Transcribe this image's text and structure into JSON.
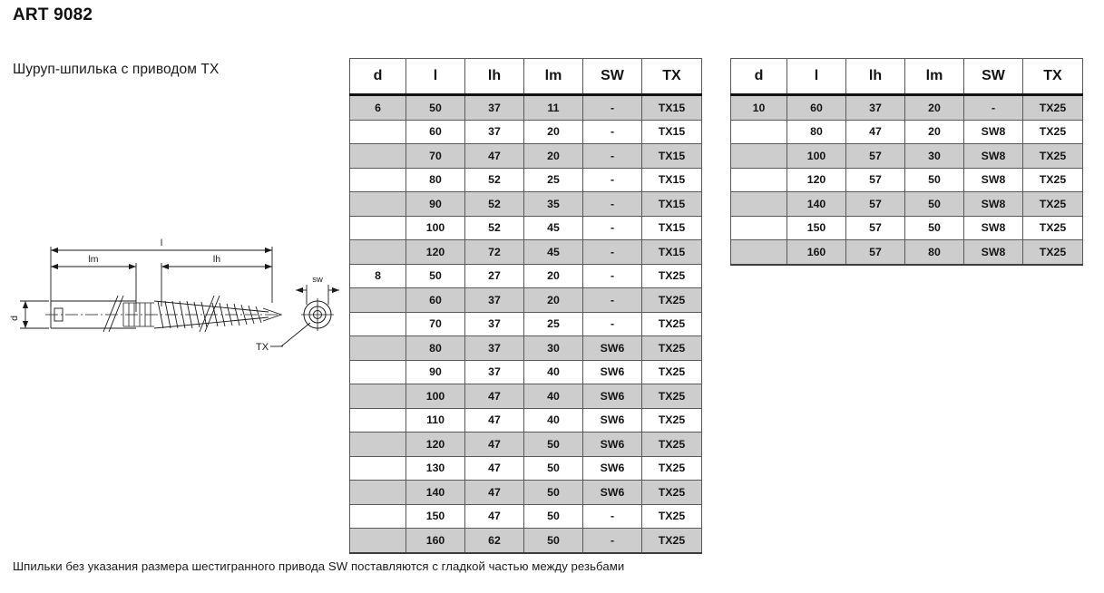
{
  "document": {
    "title": "ART 9082",
    "subtitle": "Шуруп-шпилька с приводом TX",
    "footer_note": "Шпильки без указания размера шестигранного привода SW поставляются с гладкой частью между резьбами"
  },
  "diagram": {
    "name": "dowel-screw-technical-drawing",
    "labels": {
      "overall_length": "l",
      "machine_thread_length": "lm",
      "wood_thread_length": "lh",
      "diameter": "d",
      "hex_drive": "sw",
      "torx_drive": "TX"
    }
  },
  "tables": [
    {
      "id": "spec-table-1",
      "columns": [
        "d",
        "l",
        "lh",
        "lm",
        "SW",
        "TX"
      ],
      "rows": [
        {
          "d": "6",
          "l": "50",
          "lh": "37",
          "lm": "11",
          "sw": "-",
          "tx": "TX15",
          "shaded": true
        },
        {
          "d": "",
          "l": "60",
          "lh": "37",
          "lm": "20",
          "sw": "-",
          "tx": "TX15",
          "shaded": false
        },
        {
          "d": "",
          "l": "70",
          "lh": "47",
          "lm": "20",
          "sw": "-",
          "tx": "TX15",
          "shaded": true
        },
        {
          "d": "",
          "l": "80",
          "lh": "52",
          "lm": "25",
          "sw": "-",
          "tx": "TX15",
          "shaded": false
        },
        {
          "d": "",
          "l": "90",
          "lh": "52",
          "lm": "35",
          "sw": "-",
          "tx": "TX15",
          "shaded": true
        },
        {
          "d": "",
          "l": "100",
          "lh": "52",
          "lm": "45",
          "sw": "-",
          "tx": "TX15",
          "shaded": false
        },
        {
          "d": "",
          "l": "120",
          "lh": "72",
          "lm": "45",
          "sw": "-",
          "tx": "TX15",
          "shaded": true
        },
        {
          "d": "8",
          "l": "50",
          "lh": "27",
          "lm": "20",
          "sw": "-",
          "tx": "TX25",
          "shaded": false
        },
        {
          "d": "",
          "l": "60",
          "lh": "37",
          "lm": "20",
          "sw": "-",
          "tx": "TX25",
          "shaded": true
        },
        {
          "d": "",
          "l": "70",
          "lh": "37",
          "lm": "25",
          "sw": "-",
          "tx": "TX25",
          "shaded": false
        },
        {
          "d": "",
          "l": "80",
          "lh": "37",
          "lm": "30",
          "sw": "SW6",
          "tx": "TX25",
          "shaded": true
        },
        {
          "d": "",
          "l": "90",
          "lh": "37",
          "lm": "40",
          "sw": "SW6",
          "tx": "TX25",
          "shaded": false
        },
        {
          "d": "",
          "l": "100",
          "lh": "47",
          "lm": "40",
          "sw": "SW6",
          "tx": "TX25",
          "shaded": true
        },
        {
          "d": "",
          "l": "110",
          "lh": "47",
          "lm": "40",
          "sw": "SW6",
          "tx": "TX25",
          "shaded": false
        },
        {
          "d": "",
          "l": "120",
          "lh": "47",
          "lm": "50",
          "sw": "SW6",
          "tx": "TX25",
          "shaded": true
        },
        {
          "d": "",
          "l": "130",
          "lh": "47",
          "lm": "50",
          "sw": "SW6",
          "tx": "TX25",
          "shaded": false
        },
        {
          "d": "",
          "l": "140",
          "lh": "47",
          "lm": "50",
          "sw": "SW6",
          "tx": "TX25",
          "shaded": true
        },
        {
          "d": "",
          "l": "150",
          "lh": "47",
          "lm": "50",
          "sw": "-",
          "tx": "TX25",
          "shaded": false
        },
        {
          "d": "",
          "l": "160",
          "lh": "62",
          "lm": "50",
          "sw": "-",
          "tx": "TX25",
          "shaded": true
        }
      ]
    },
    {
      "id": "spec-table-2",
      "columns": [
        "d",
        "l",
        "lh",
        "lm",
        "SW",
        "TX"
      ],
      "rows": [
        {
          "d": "10",
          "l": "60",
          "lh": "37",
          "lm": "20",
          "sw": "-",
          "tx": "TX25",
          "shaded": true
        },
        {
          "d": "",
          "l": "80",
          "lh": "47",
          "lm": "20",
          "sw": "SW8",
          "tx": "TX25",
          "shaded": false
        },
        {
          "d": "",
          "l": "100",
          "lh": "57",
          "lm": "30",
          "sw": "SW8",
          "tx": "TX25",
          "shaded": true
        },
        {
          "d": "",
          "l": "120",
          "lh": "57",
          "lm": "50",
          "sw": "SW8",
          "tx": "TX25",
          "shaded": false
        },
        {
          "d": "",
          "l": "140",
          "lh": "57",
          "lm": "50",
          "sw": "SW8",
          "tx": "TX25",
          "shaded": true
        },
        {
          "d": "",
          "l": "150",
          "lh": "57",
          "lm": "50",
          "sw": "SW8",
          "tx": "TX25",
          "shaded": false
        },
        {
          "d": "",
          "l": "160",
          "lh": "57",
          "lm": "80",
          "sw": "SW8",
          "tx": "TX25",
          "shaded": true
        }
      ]
    }
  ],
  "colors": {
    "row_shaded": "#cdcdcd",
    "row_plain": "#ffffff",
    "border": "#58595b",
    "header_rule": "#111111",
    "text": "#141414"
  }
}
